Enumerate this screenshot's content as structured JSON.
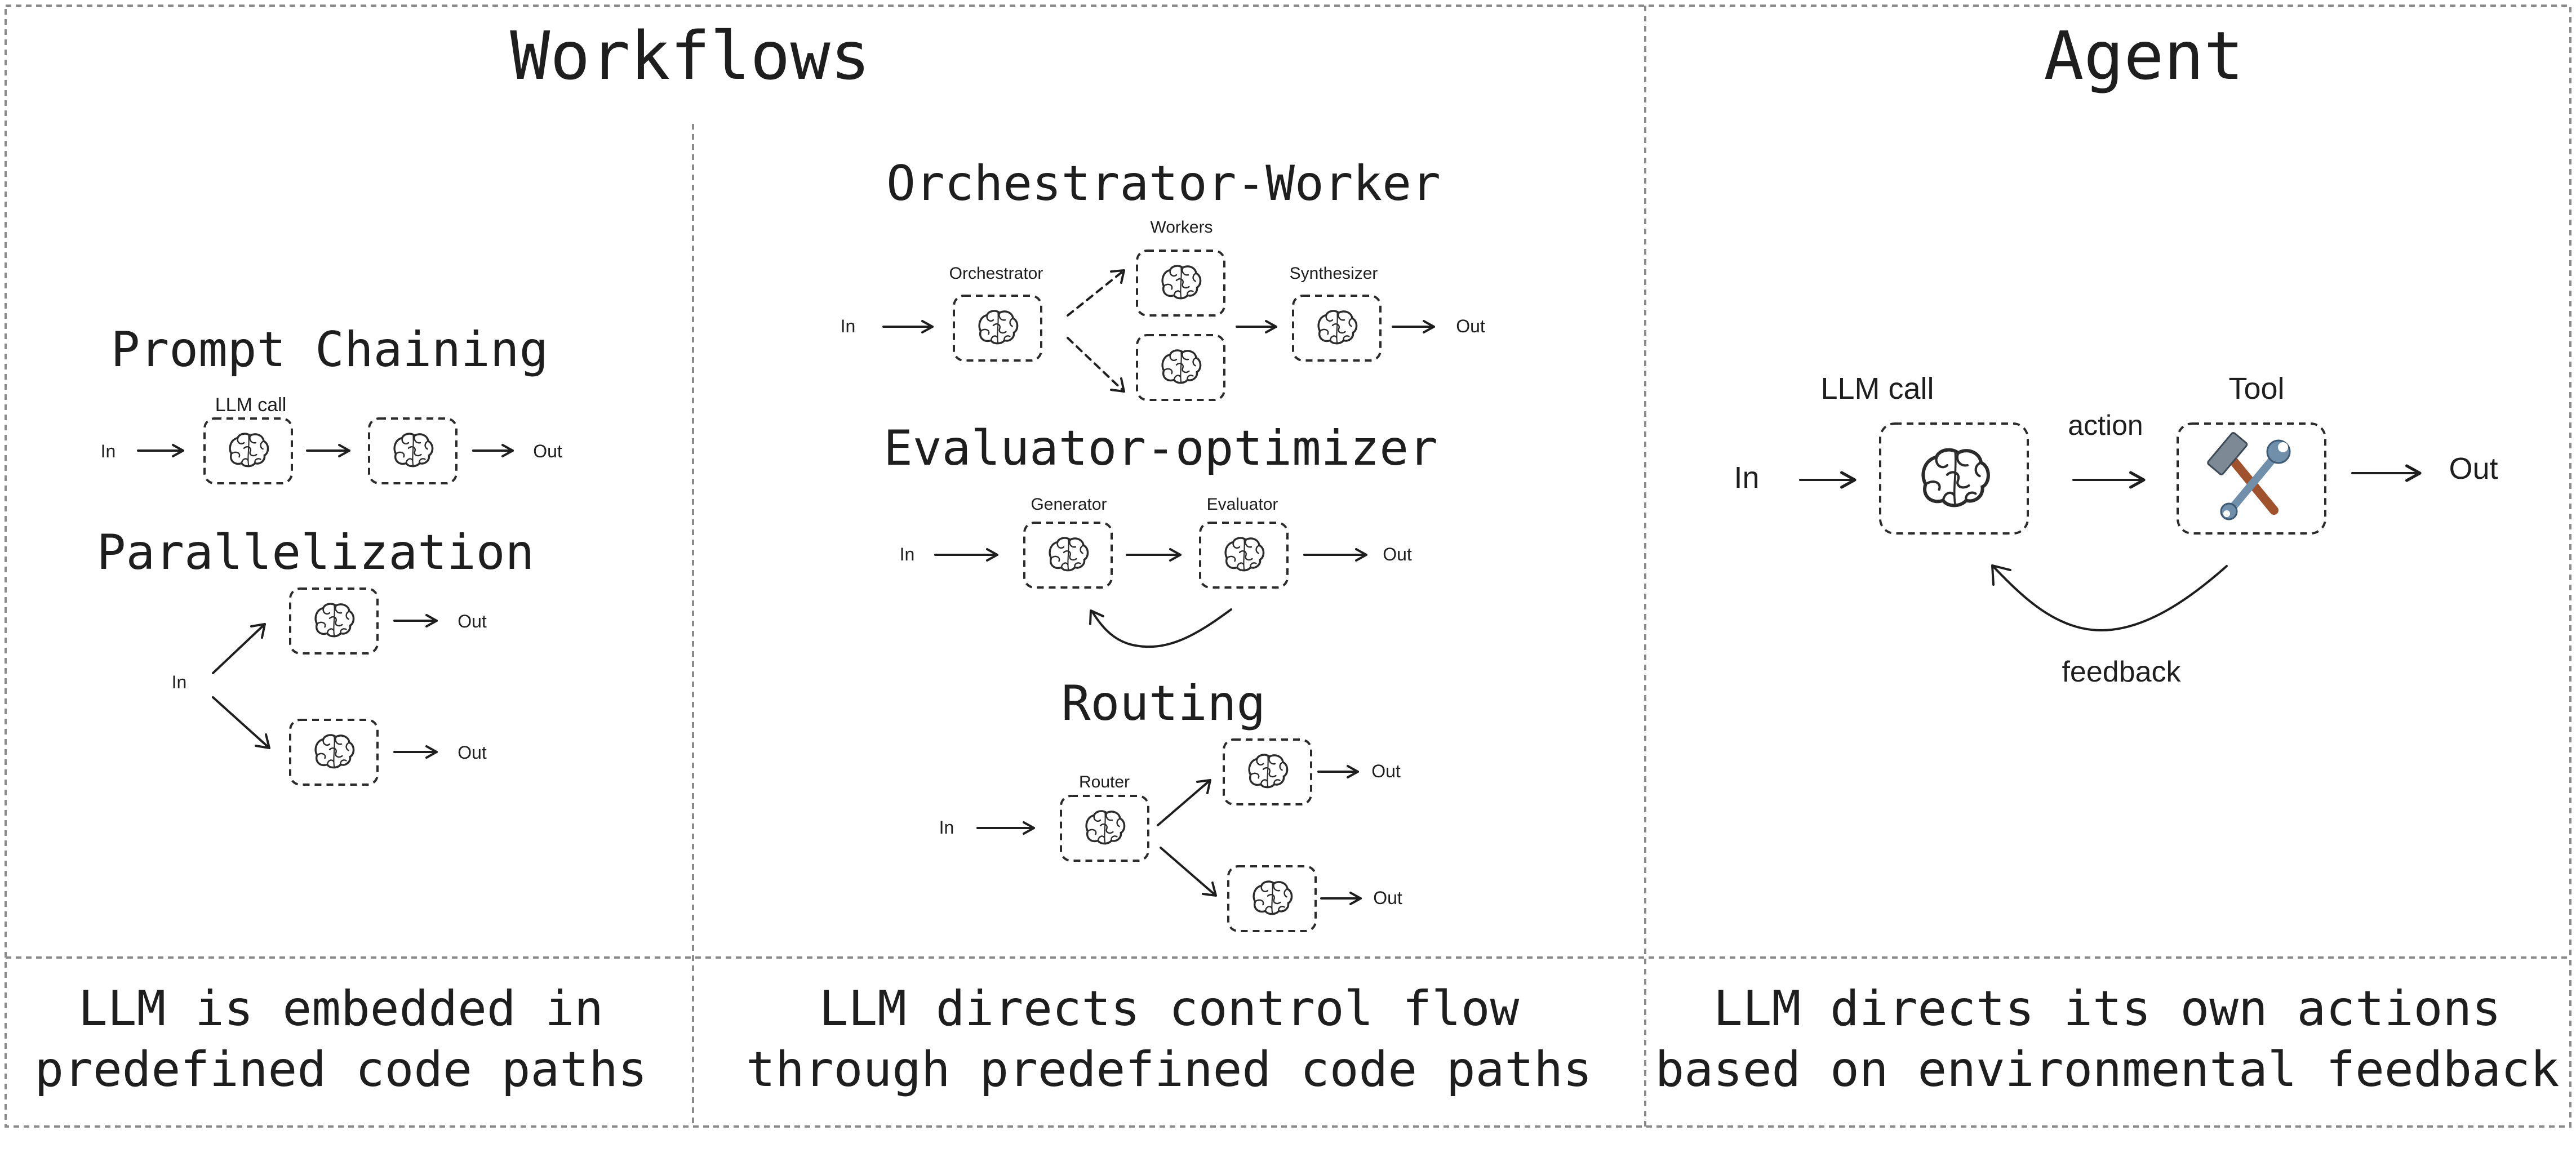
{
  "headers": {
    "workflows": "Workflows",
    "agent": "Agent"
  },
  "prompt_chaining": {
    "title": "Prompt Chaining",
    "llm_label": "LLM call",
    "in": "In",
    "out": "Out"
  },
  "parallelization": {
    "title": "Parallelization",
    "in": "In",
    "out_top": "Out",
    "out_bottom": "Out"
  },
  "orchestrator_worker": {
    "title": "Orchestrator-Worker",
    "in": "In",
    "out": "Out",
    "orchestrator_label": "Orchestrator",
    "workers_label": "Workers",
    "synthesizer_label": "Synthesizer"
  },
  "evaluator_optimizer": {
    "title": "Evaluator-optimizer",
    "in": "In",
    "out": "Out",
    "generator_label": "Generator",
    "evaluator_label": "Evaluator"
  },
  "routing": {
    "title": "Routing",
    "in": "In",
    "router_label": "Router",
    "out_top": "Out",
    "out_bottom": "Out"
  },
  "agent": {
    "in": "In",
    "out": "Out",
    "llm_label": "LLM call",
    "tool_label": "Tool",
    "action_label": "action",
    "feedback_label": "feedback",
    "tool_icon": "hammer-wrench-icon",
    "llm_icon": "brain-icon"
  },
  "captions": {
    "col1_line1": "LLM is embedded in",
    "col1_line2": "predefined code paths",
    "col2_line1": "LLM directs control flow",
    "col2_line2": "through predefined code paths",
    "col3_line1": "LLM directs its own actions",
    "col3_line2": "based on environmental feedback"
  }
}
